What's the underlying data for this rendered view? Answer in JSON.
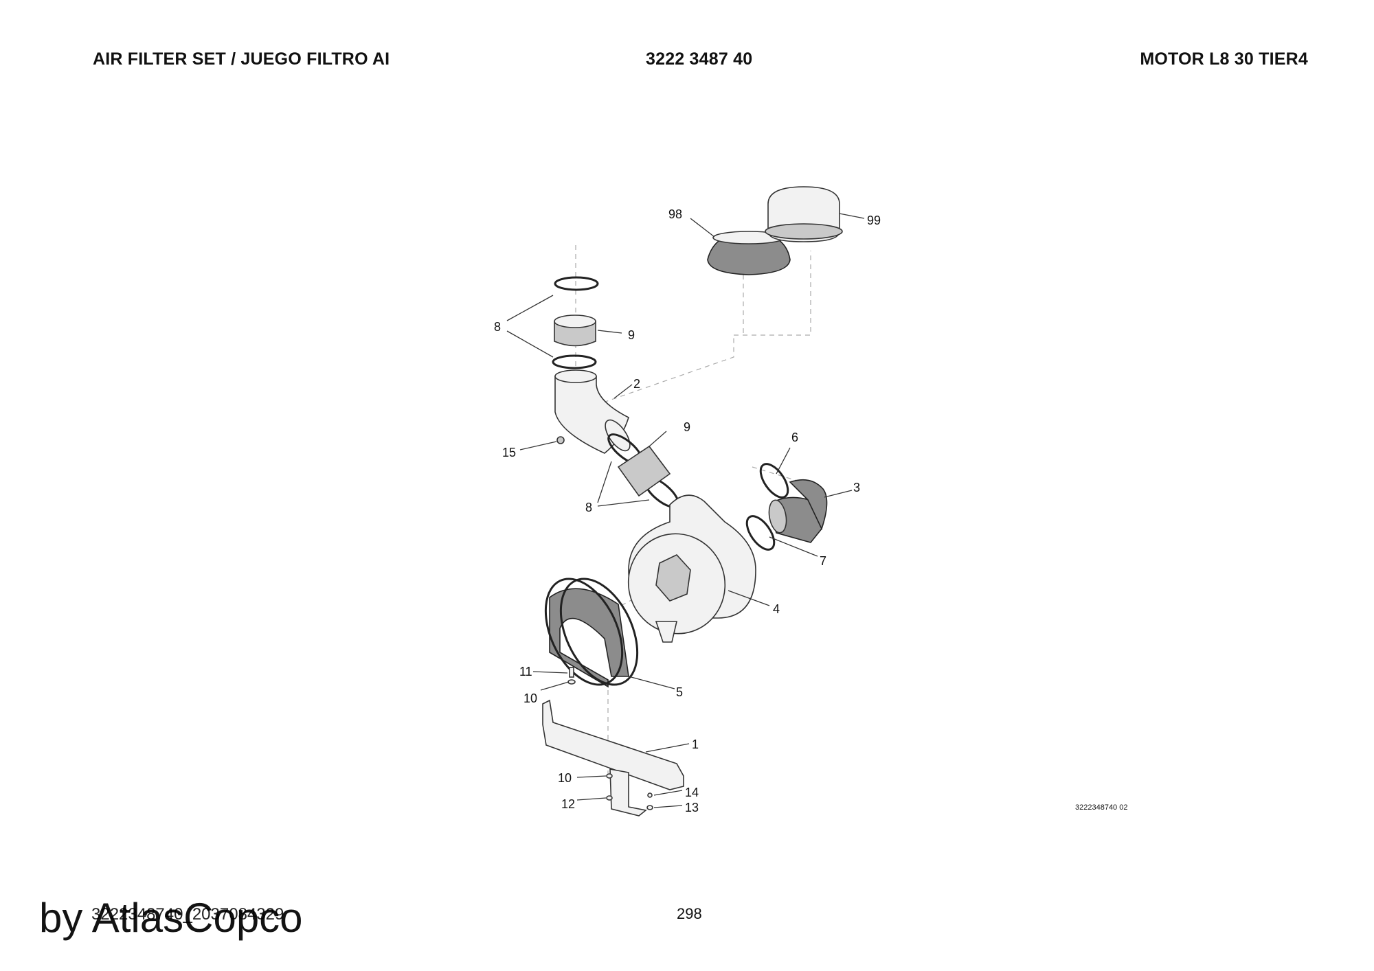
{
  "header": {
    "title": "AIR FILTER SET / JUEGO FILTRO AI",
    "part_number": "3222 3487 40",
    "model": "MOTOR L8 30 TIER4"
  },
  "callouts": {
    "c98": "98",
    "c99": "99",
    "c8a": "8",
    "c9a": "9",
    "c2": "2",
    "c15": "15",
    "c9b": "9",
    "c8b": "8",
    "c6": "6",
    "c3": "3",
    "c7": "7",
    "c4": "4",
    "c11": "11",
    "c10a": "10",
    "c5": "5",
    "c1": "1",
    "c10b": "10",
    "c12": "12",
    "c14": "14",
    "c13": "13"
  },
  "drawing_code": "3222348740 02",
  "footer": {
    "code": "3222348740_2037084329",
    "page": "298",
    "watermark": "by AtlasCopco"
  }
}
